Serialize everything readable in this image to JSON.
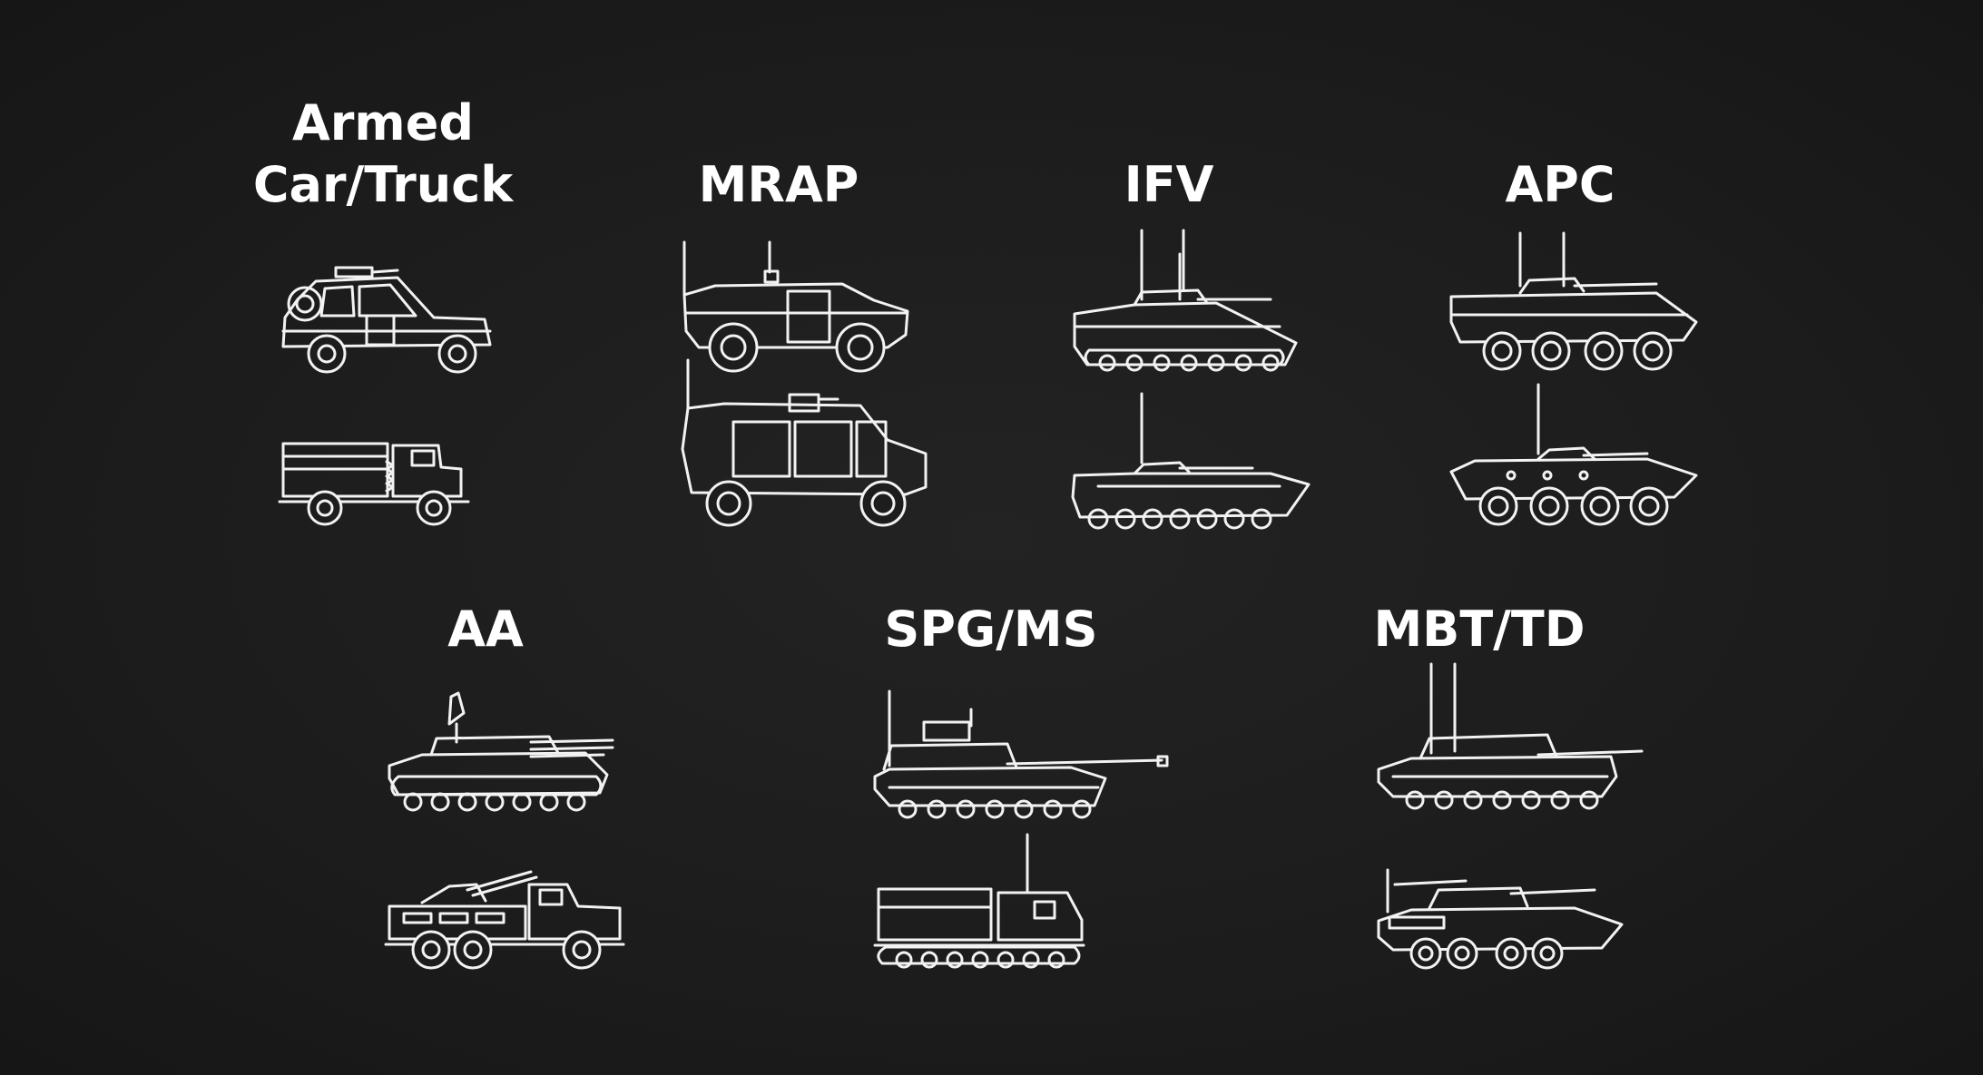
{
  "categories": [
    {
      "id": "armed-car-truck",
      "title": "Armed\nCar/Truck",
      "vehicles": [
        "armed-car-icon",
        "truck-icon"
      ]
    },
    {
      "id": "mrap",
      "title": "MRAP",
      "vehicles": [
        "mrap-light-icon",
        "mrap-heavy-icon"
      ]
    },
    {
      "id": "ifv",
      "title": "IFV",
      "vehicles": [
        "ifv-tracked-icon",
        "ifv-tracked-low-icon"
      ]
    },
    {
      "id": "apc",
      "title": "APC",
      "vehicles": [
        "apc-wheeled-icon",
        "apc-btr-icon"
      ]
    },
    {
      "id": "aa",
      "title": "AA",
      "vehicles": [
        "aa-tracked-icon",
        "aa-truck-icon"
      ]
    },
    {
      "id": "spg-ms",
      "title": "SPG/MS",
      "vehicles": [
        "spg-tracked-icon",
        "mlrs-tracked-icon"
      ]
    },
    {
      "id": "mbt-td",
      "title": "MBT/TD",
      "vehicles": [
        "mbt-icon",
        "tank-destroyer-wheeled-icon"
      ]
    }
  ],
  "colors": {
    "background": "#1d1d1d",
    "foreground": "#ffffff"
  }
}
